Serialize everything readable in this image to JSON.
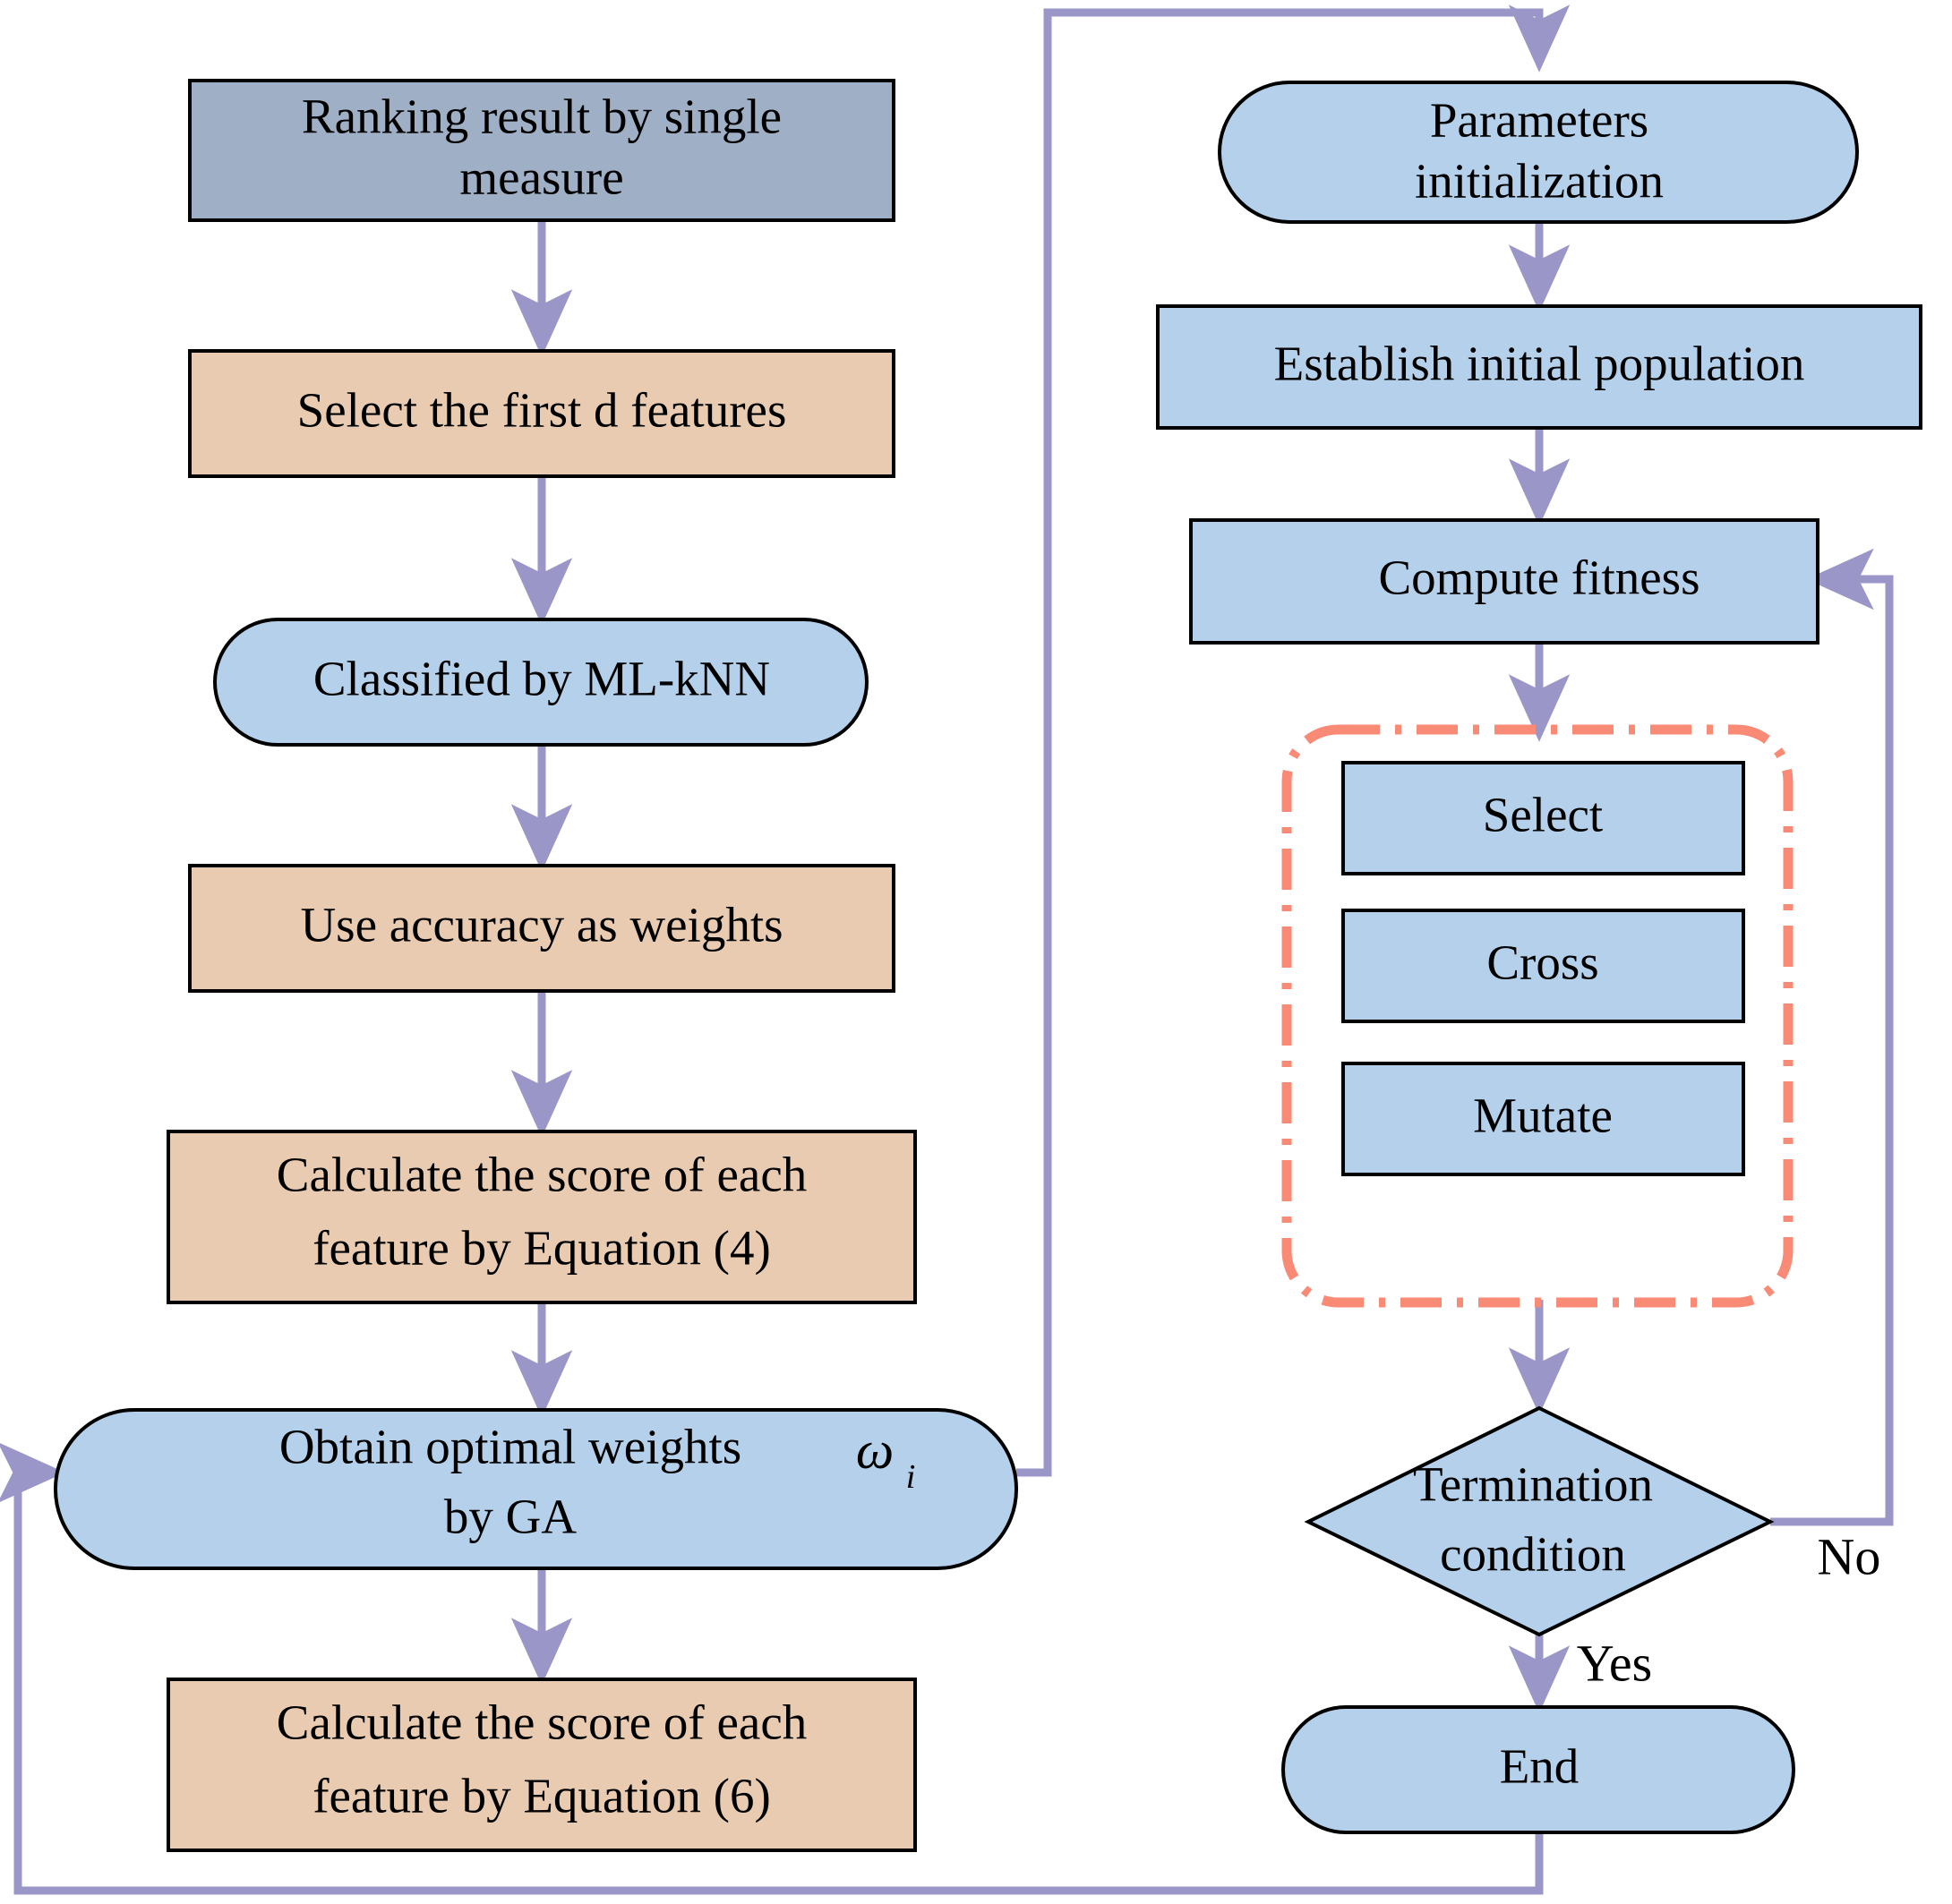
{
  "diagram": {
    "title": "Feature selection with ML-kNN and Genetic Algorithm flowchart",
    "type": "flowchart",
    "colors": {
      "fill_slate_blue": "#9EAFC6",
      "fill_tan": "#E8CBB0",
      "fill_light_blue": "#B4D0EA",
      "stroke_black": "#000000",
      "connector_purple": "#9B96C8",
      "dashed_group_coral": "#F98A76",
      "background": "#FFFFFF"
    }
  },
  "left_column": {
    "nodes": [
      {
        "id": "ranking-result",
        "shape": "rectangle",
        "fill": "#9EAFC6",
        "lines": [
          "Ranking result by single",
          "measure"
        ]
      },
      {
        "id": "select-first-d",
        "shape": "rectangle",
        "fill": "#E8CBB0",
        "lines": [
          "Select the first d features"
        ]
      },
      {
        "id": "classified-mlknn",
        "shape": "stadium",
        "fill": "#B4D0EA",
        "lines": [
          "Classified by ML-kNN"
        ]
      },
      {
        "id": "use-accuracy-weights",
        "shape": "rectangle",
        "fill": "#E8CBB0",
        "lines": [
          "Use accuracy as weights"
        ]
      },
      {
        "id": "calculate-score-eq4",
        "shape": "rectangle",
        "fill": "#E8CBB0",
        "lines": [
          "Calculate the score of each",
          "feature by Equation (4)"
        ]
      },
      {
        "id": "obtain-optimal-weights",
        "shape": "stadium",
        "fill": "#B4D0EA",
        "lines": [
          "Obtain optimal weights",
          "by GA"
        ],
        "symbol": "ω",
        "symbol_subscript": "i"
      },
      {
        "id": "calculate-score-eq6",
        "shape": "rectangle",
        "fill": "#E8CBB0",
        "lines": [
          "Calculate the score of each",
          "feature by Equation (6)"
        ]
      }
    ]
  },
  "right_column": {
    "nodes": [
      {
        "id": "parameters-initialization",
        "shape": "stadium",
        "fill": "#B4D0EA",
        "lines": [
          "Parameters",
          "initialization"
        ]
      },
      {
        "id": "establish-initial-population",
        "shape": "rectangle",
        "fill": "#B4D0EA",
        "lines": [
          "Establish initial population"
        ]
      },
      {
        "id": "compute-fitness",
        "shape": "rectangle",
        "fill": "#B4D0EA",
        "lines": [
          "Compute fitness"
        ]
      },
      {
        "id": "select",
        "shape": "rectangle",
        "fill": "#B4D0EA",
        "lines": [
          "Select"
        ]
      },
      {
        "id": "cross",
        "shape": "rectangle",
        "fill": "#B4D0EA",
        "lines": [
          "Cross"
        ]
      },
      {
        "id": "mutate",
        "shape": "rectangle",
        "fill": "#B4D0EA",
        "lines": [
          "Mutate"
        ]
      },
      {
        "id": "termination-condition",
        "shape": "diamond",
        "fill": "#B4D0EA",
        "lines": [
          "Termination",
          "condition"
        ]
      },
      {
        "id": "end",
        "shape": "stadium",
        "fill": "#B4D0EA",
        "lines": [
          "End"
        ]
      }
    ],
    "group_box": {
      "id": "ga-operators-group",
      "style": "dash-dot",
      "color": "#F98A76"
    }
  },
  "edge_labels": {
    "no": "No",
    "yes": "Yes"
  }
}
